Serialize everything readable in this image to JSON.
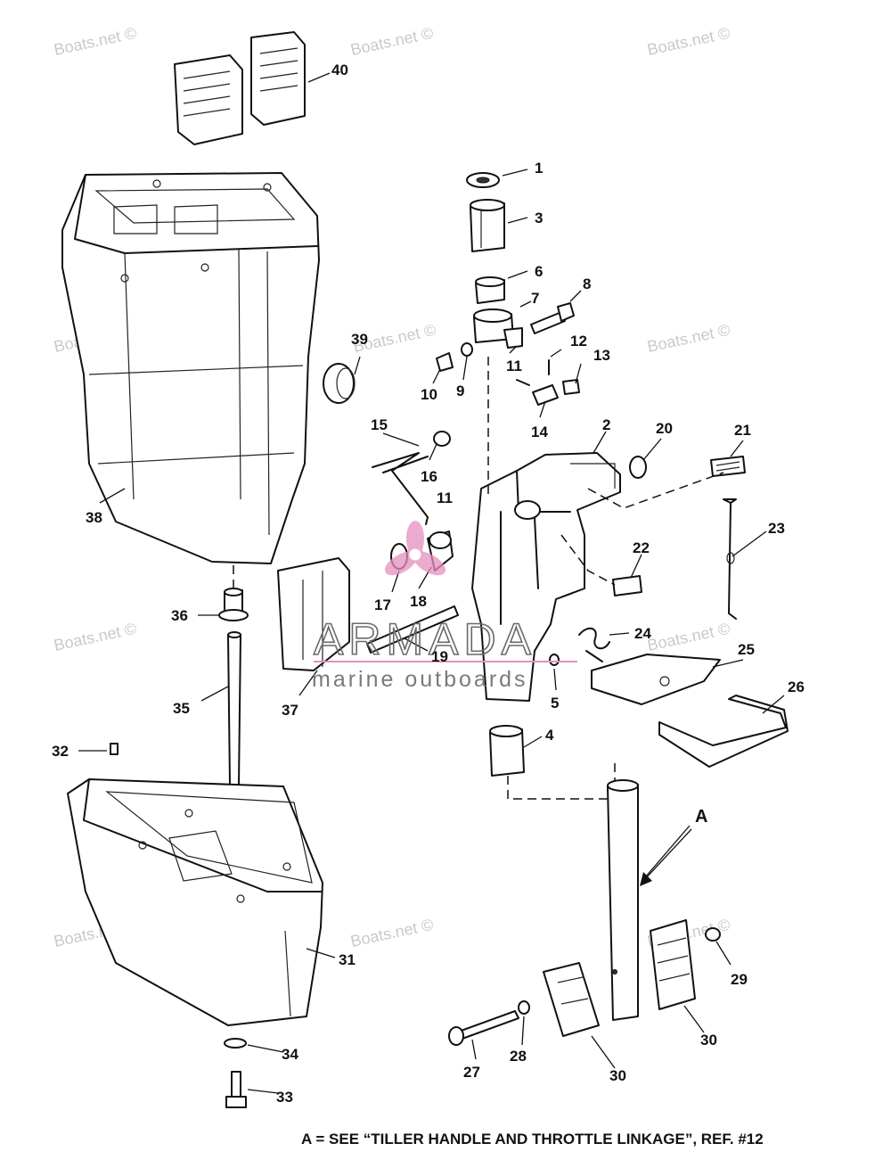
{
  "watermark": "Boats.net ©",
  "brand": {
    "name": "ARMADA",
    "tagline": "marine outboards",
    "logo_color": "#e38fc0"
  },
  "callouts": [
    "1",
    "3",
    "6",
    "7",
    "8",
    "39",
    "10",
    "9",
    "11",
    "12",
    "13",
    "14",
    "15",
    "16",
    "2",
    "20",
    "21",
    "23",
    "11",
    "17",
    "18",
    "22",
    "24",
    "19",
    "25",
    "26",
    "38",
    "36",
    "37",
    "35",
    "5",
    "4",
    "32",
    "A",
    "31",
    "29",
    "30",
    "34",
    "33",
    "27",
    "28",
    "30",
    "40"
  ],
  "footnote": "A = SEE “TILLER HANDLE AND THROTTLE LINKAGE”,  REF. #12"
}
